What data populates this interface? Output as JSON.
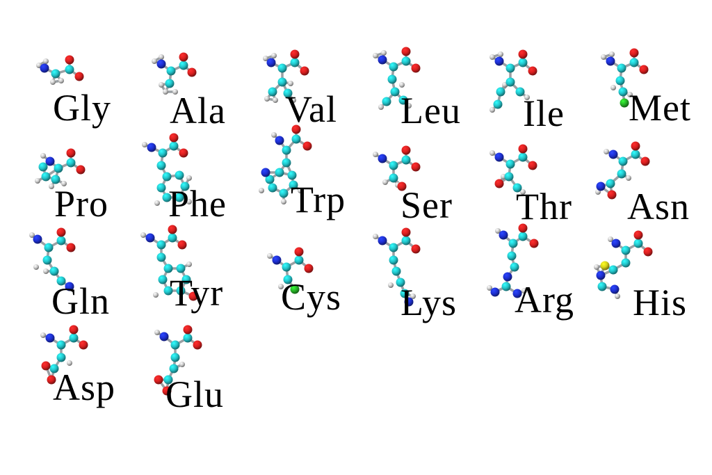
{
  "colors": {
    "carbon": "#22c3c9",
    "oxygen": "#d81f1f",
    "nitrogen": "#1d2fd0",
    "hydrogen": "#c8c8c8",
    "sulfur": "#d4d01a",
    "chlorine": "#26b226",
    "bond": "#9aa0a4",
    "label": "#000000"
  },
  "molecules": [
    {
      "id": "gly",
      "label": "Gly",
      "atoms": [
        [
          "N",
          10,
          12
        ],
        [
          "H",
          2,
          8
        ],
        [
          "H",
          12,
          2
        ],
        [
          "C",
          26,
          20
        ],
        [
          "C",
          46,
          14
        ],
        [
          "O",
          46,
          0
        ],
        [
          "O",
          60,
          24
        ],
        [
          "H",
          22,
          32
        ],
        [
          "H",
          34,
          30
        ]
      ]
    },
    {
      "id": "ala",
      "label": "Ala",
      "atoms": [
        [
          "N",
          16,
          10
        ],
        [
          "H",
          6,
          6
        ],
        [
          "H",
          16,
          0
        ],
        [
          "C",
          30,
          20
        ],
        [
          "C",
          48,
          12
        ],
        [
          "O",
          48,
          0
        ],
        [
          "O",
          60,
          22
        ],
        [
          "C",
          28,
          38
        ],
        [
          "H",
          22,
          50
        ],
        [
          "H",
          36,
          50
        ],
        [
          "H",
          16,
          40
        ]
      ]
    },
    {
      "id": "val",
      "label": "Val",
      "atoms": [
        [
          "N",
          10,
          10
        ],
        [
          "H",
          2,
          4
        ],
        [
          "H",
          14,
          0
        ],
        [
          "C",
          26,
          18
        ],
        [
          "C",
          44,
          10
        ],
        [
          "O",
          44,
          -2
        ],
        [
          "O",
          58,
          22
        ],
        [
          "C",
          26,
          38
        ],
        [
          "C",
          12,
          52
        ],
        [
          "C",
          34,
          54
        ],
        [
          "H",
          4,
          62
        ],
        [
          "H",
          16,
          64
        ],
        [
          "H",
          42,
          64
        ],
        [
          "H",
          38,
          40
        ]
      ]
    },
    {
      "id": "leu",
      "label": "Leu",
      "atoms": [
        [
          "N",
          12,
          12
        ],
        [
          "H",
          2,
          6
        ],
        [
          "H",
          14,
          2
        ],
        [
          "C",
          28,
          22
        ],
        [
          "C",
          46,
          14
        ],
        [
          "O",
          46,
          0
        ],
        [
          "O",
          60,
          24
        ],
        [
          "C",
          26,
          40
        ],
        [
          "C",
          30,
          58
        ],
        [
          "C",
          18,
          72
        ],
        [
          "C",
          42,
          70
        ],
        [
          "H",
          10,
          80
        ],
        [
          "H",
          50,
          78
        ],
        [
          "H",
          40,
          48
        ]
      ]
    },
    {
      "id": "ile",
      "label": "Ile",
      "atoms": [
        [
          "N",
          14,
          10
        ],
        [
          "H",
          4,
          4
        ],
        [
          "H",
          16,
          0
        ],
        [
          "C",
          30,
          20
        ],
        [
          "C",
          48,
          12
        ],
        [
          "O",
          48,
          0
        ],
        [
          "O",
          62,
          24
        ],
        [
          "C",
          30,
          40
        ],
        [
          "C",
          16,
          54
        ],
        [
          "C",
          44,
          54
        ],
        [
          "C",
          12,
          72
        ],
        [
          "H",
          4,
          80
        ],
        [
          "H",
          54,
          62
        ],
        [
          "H",
          22,
          44
        ]
      ]
    },
    {
      "id": "met",
      "label": "Met",
      "atoms": [
        [
          "N",
          12,
          12
        ],
        [
          "H",
          2,
          6
        ],
        [
          "H",
          14,
          2
        ],
        [
          "C",
          28,
          22
        ],
        [
          "C",
          46,
          14
        ],
        [
          "O",
          46,
          0
        ],
        [
          "O",
          60,
          24
        ],
        [
          "C",
          26,
          40
        ],
        [
          "C",
          30,
          56
        ],
        [
          "Cl",
          32,
          72
        ],
        [
          "H",
          16,
          50
        ],
        [
          "H",
          40,
          60
        ]
      ]
    },
    {
      "id": "pro",
      "label": "Pro",
      "atoms": [
        [
          "N",
          20,
          18
        ],
        [
          "H",
          10,
          10
        ],
        [
          "C",
          32,
          28
        ],
        [
          "C",
          50,
          20
        ],
        [
          "O",
          50,
          6
        ],
        [
          "O",
          64,
          30
        ],
        [
          "C",
          28,
          44
        ],
        [
          "C",
          14,
          40
        ],
        [
          "C",
          10,
          26
        ],
        [
          "H",
          2,
          46
        ],
        [
          "H",
          22,
          54
        ],
        [
          "H",
          40,
          50
        ]
      ]
    },
    {
      "id": "phe",
      "label": "Phe",
      "atoms": [
        [
          "N",
          14,
          14
        ],
        [
          "H",
          4,
          10
        ],
        [
          "C",
          30,
          22
        ],
        [
          "C",
          46,
          12
        ],
        [
          "O",
          46,
          0
        ],
        [
          "O",
          60,
          22
        ],
        [
          "C",
          28,
          40
        ],
        [
          "C",
          36,
          56
        ],
        [
          "C",
          54,
          54
        ],
        [
          "C",
          62,
          70
        ],
        [
          "C",
          54,
          86
        ],
        [
          "C",
          36,
          86
        ],
        [
          "C",
          28,
          72
        ],
        [
          "H",
          68,
          58
        ],
        [
          "H",
          68,
          92
        ],
        [
          "H",
          22,
          94
        ]
      ]
    },
    {
      "id": "trp",
      "label": "Trp",
      "atoms": [
        [
          "C",
          54,
          14
        ],
        [
          "O",
          54,
          0
        ],
        [
          "O",
          70,
          24
        ],
        [
          "N",
          30,
          16
        ],
        [
          "H",
          22,
          8
        ],
        [
          "C",
          40,
          30
        ],
        [
          "C",
          40,
          48
        ],
        [
          "C",
          30,
          62
        ],
        [
          "C",
          16,
          72
        ],
        [
          "N",
          10,
          62
        ],
        [
          "C",
          20,
          84
        ],
        [
          "C",
          36,
          92
        ],
        [
          "C",
          50,
          80
        ],
        [
          "C",
          48,
          66
        ],
        [
          "H",
          4,
          88
        ],
        [
          "H",
          36,
          104
        ],
        [
          "H",
          60,
          88
        ]
      ]
    },
    {
      "id": "ser",
      "label": "Ser",
      "atoms": [
        [
          "N",
          12,
          12
        ],
        [
          "H",
          2,
          6
        ],
        [
          "C",
          28,
          22
        ],
        [
          "C",
          46,
          14
        ],
        [
          "O",
          46,
          0
        ],
        [
          "O",
          60,
          24
        ],
        [
          "C",
          28,
          40
        ],
        [
          "O",
          40,
          52
        ],
        [
          "H",
          16,
          46
        ],
        [
          "H",
          34,
          50
        ]
      ]
    },
    {
      "id": "thr",
      "label": "Thr",
      "atoms": [
        [
          "N",
          14,
          12
        ],
        [
          "H",
          4,
          6
        ],
        [
          "C",
          30,
          22
        ],
        [
          "C",
          48,
          12
        ],
        [
          "O",
          48,
          0
        ],
        [
          "O",
          62,
          24
        ],
        [
          "C",
          28,
          40
        ],
        [
          "O",
          14,
          50
        ],
        [
          "C",
          40,
          56
        ],
        [
          "H",
          48,
          62
        ],
        [
          "H",
          20,
          40
        ]
      ]
    },
    {
      "id": "asn",
      "label": "Asn",
      "atoms": [
        [
          "N",
          22,
          12
        ],
        [
          "H",
          12,
          8
        ],
        [
          "C",
          36,
          22
        ],
        [
          "C",
          54,
          12
        ],
        [
          "O",
          54,
          0
        ],
        [
          "O",
          68,
          22
        ],
        [
          "C",
          34,
          40
        ],
        [
          "C",
          18,
          54
        ],
        [
          "N",
          4,
          58
        ],
        [
          "O",
          20,
          70
        ],
        [
          "H",
          0,
          66
        ],
        [
          "H",
          44,
          46
        ]
      ]
    },
    {
      "id": "gln",
      "label": "Gln",
      "atoms": [
        [
          "N",
          8,
          10
        ],
        [
          "H",
          0,
          4
        ],
        [
          "C",
          24,
          22
        ],
        [
          "C",
          42,
          12
        ],
        [
          "O",
          42,
          0
        ],
        [
          "O",
          56,
          22
        ],
        [
          "C",
          22,
          40
        ],
        [
          "C",
          32,
          56
        ],
        [
          "C",
          42,
          70
        ],
        [
          "N",
          54,
          78
        ],
        [
          "H",
          6,
          50
        ],
        [
          "H",
          20,
          56
        ]
      ]
    },
    {
      "id": "tyr",
      "label": "Tyr",
      "atoms": [
        [
          "N",
          14,
          12
        ],
        [
          "H",
          4,
          8
        ],
        [
          "C",
          30,
          22
        ],
        [
          "C",
          46,
          12
        ],
        [
          "O",
          46,
          0
        ],
        [
          "O",
          60,
          22
        ],
        [
          "C",
          30,
          40
        ],
        [
          "C",
          40,
          56
        ],
        [
          "C",
          58,
          56
        ],
        [
          "C",
          66,
          72
        ],
        [
          "C",
          58,
          88
        ],
        [
          "C",
          40,
          88
        ],
        [
          "C",
          32,
          72
        ],
        [
          "O",
          76,
          96
        ],
        [
          "H",
          22,
          94
        ],
        [
          "H",
          70,
          50
        ]
      ]
    },
    {
      "id": "cys",
      "label": "Cys",
      "atoms": [
        [
          "N",
          16,
          14
        ],
        [
          "H",
          6,
          8
        ],
        [
          "C",
          30,
          24
        ],
        [
          "C",
          48,
          14
        ],
        [
          "O",
          48,
          2
        ],
        [
          "O",
          62,
          26
        ],
        [
          "C",
          32,
          42
        ],
        [
          "Cl",
          42,
          56
        ],
        [
          "H",
          22,
          52
        ]
      ]
    },
    {
      "id": "lys",
      "label": "Lys",
      "atoms": [
        [
          "N",
          14,
          12
        ],
        [
          "H",
          4,
          6
        ],
        [
          "C",
          30,
          22
        ],
        [
          "C",
          48,
          12
        ],
        [
          "O",
          48,
          0
        ],
        [
          "O",
          62,
          24
        ],
        [
          "C",
          30,
          40
        ],
        [
          "C",
          34,
          56
        ],
        [
          "C",
          40,
          72
        ],
        [
          "C",
          46,
          88
        ],
        [
          "N",
          52,
          100
        ],
        [
          "H",
          26,
          76
        ],
        [
          "H",
          58,
          92
        ]
      ]
    },
    {
      "id": "arg",
      "label": "Arg",
      "atoms": [
        [
          "C",
          48,
          14
        ],
        [
          "O",
          48,
          2
        ],
        [
          "O",
          64,
          24
        ],
        [
          "N",
          20,
          12
        ],
        [
          "H",
          12,
          6
        ],
        [
          "C",
          34,
          24
        ],
        [
          "C",
          32,
          42
        ],
        [
          "C",
          36,
          58
        ],
        [
          "N",
          26,
          72
        ],
        [
          "C",
          24,
          86
        ],
        [
          "N",
          8,
          94
        ],
        [
          "N",
          40,
          96
        ],
        [
          "H",
          0,
          88
        ],
        [
          "H",
          50,
          92
        ]
      ]
    },
    {
      "id": "his",
      "label": "His",
      "atoms": [
        [
          "N",
          30,
          12
        ],
        [
          "H",
          22,
          6
        ],
        [
          "C",
          44,
          22
        ],
        [
          "C",
          62,
          12
        ],
        [
          "O",
          62,
          0
        ],
        [
          "O",
          76,
          24
        ],
        [
          "C",
          44,
          40
        ],
        [
          "C",
          26,
          50
        ],
        [
          "N",
          8,
          58
        ],
        [
          "C",
          10,
          74
        ],
        [
          "N",
          28,
          78
        ],
        [
          "S",
          14,
          44
        ],
        [
          "H",
          2,
          46
        ],
        [
          "H",
          32,
          88
        ]
      ]
    },
    {
      "id": "asp",
      "label": "Asp",
      "atoms": [
        [
          "N",
          12,
          12
        ],
        [
          "H",
          2,
          8
        ],
        [
          "C",
          28,
          22
        ],
        [
          "C",
          46,
          12
        ],
        [
          "O",
          46,
          0
        ],
        [
          "O",
          60,
          22
        ],
        [
          "C",
          28,
          40
        ],
        [
          "C",
          18,
          56
        ],
        [
          "O",
          6,
          52
        ],
        [
          "O",
          14,
          72
        ],
        [
          "H",
          40,
          48
        ]
      ]
    },
    {
      "id": "glu",
      "label": "Glu",
      "atoms": [
        [
          "N",
          14,
          10
        ],
        [
          "H",
          4,
          4
        ],
        [
          "C",
          30,
          22
        ],
        [
          "C",
          48,
          12
        ],
        [
          "O",
          48,
          0
        ],
        [
          "O",
          62,
          22
        ],
        [
          "C",
          30,
          40
        ],
        [
          "C",
          28,
          56
        ],
        [
          "C",
          20,
          72
        ],
        [
          "O",
          6,
          72
        ],
        [
          "O",
          18,
          88
        ],
        [
          "H",
          40,
          50
        ]
      ]
    }
  ]
}
